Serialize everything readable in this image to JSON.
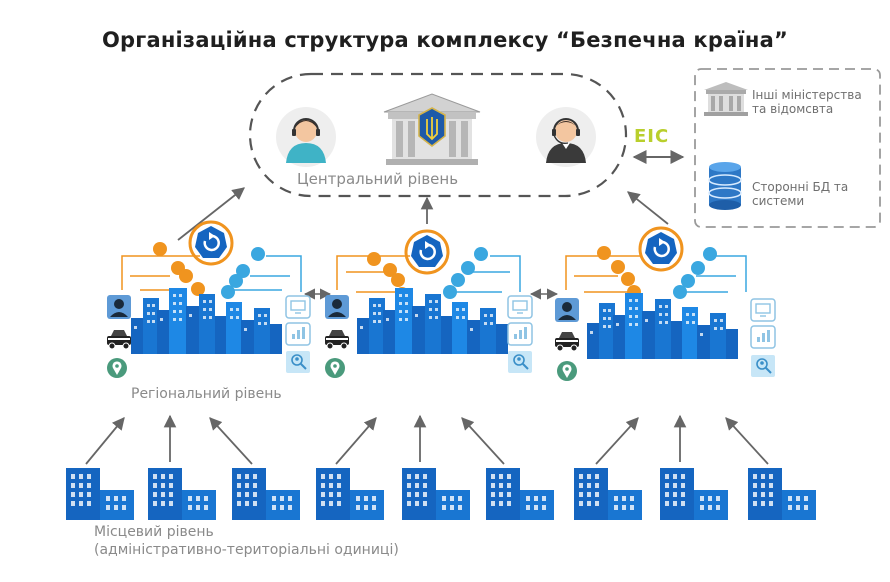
{
  "title": "Організаційна структура комплексу “Безпечна країна”",
  "central": {
    "label": "Центральний рівень",
    "link_label": "ЕІС"
  },
  "external": {
    "items": [
      {
        "icon": "ministry-building-icon",
        "label": "Інші міністерства та відомсвта"
      },
      {
        "icon": "database-icon",
        "label": "Сторонні БД та системи"
      }
    ]
  },
  "regional": {
    "label": "Регіональний рівень",
    "centers": 3
  },
  "local": {
    "label_line1": "Місцевий рівень",
    "label_line2": "(адміністративно-територіальні одиниці)",
    "units": 9
  },
  "colors": {
    "primary_blue": "#1565c0",
    "orange": "#f0941f",
    "light_blue": "#3aa7e0",
    "eis_green": "#b9cf2c",
    "dashed_border": "#555555"
  }
}
